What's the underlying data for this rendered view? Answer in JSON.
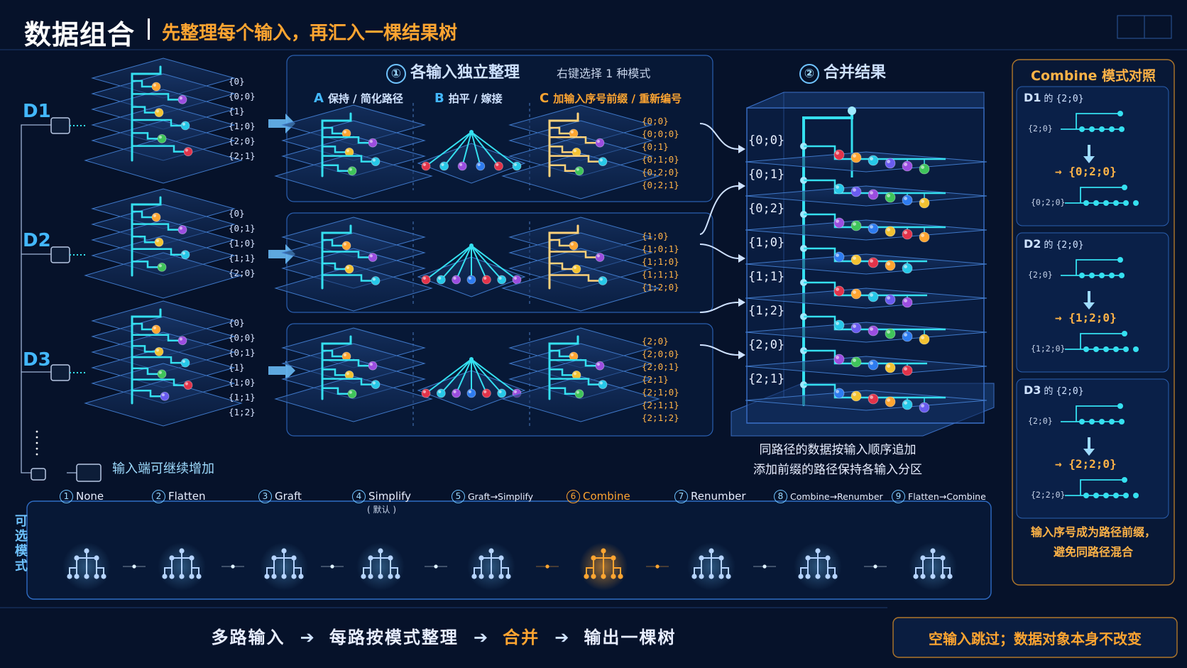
{
  "title": "数据组合",
  "subtitle": "先整理每个输入，再汇入一棵结果树",
  "section1": {
    "num": "①",
    "title": "各输入独立整理",
    "hint": "右键选择 1 种模式"
  },
  "section2": {
    "num": "②",
    "title": "合并结果"
  },
  "mode_headers": [
    {
      "letter": "A",
      "label": "保持 / 简化路径",
      "color": "#43b8ff"
    },
    {
      "letter": "B",
      "label": "拍平 / 嫁接",
      "color": "#43b8ff"
    },
    {
      "letter": "C",
      "label": "加输入序号前缀 / 重新编号",
      "color": "#ffa531"
    }
  ],
  "inputs": [
    {
      "label": "D1",
      "paths": [
        "{0}",
        "{0;0}",
        "{1}",
        "{1;0}",
        "{2;0}",
        "{2;1}"
      ],
      "prefixed": [
        "{0;0}",
        "{0;0;0}",
        "{0;1}",
        "{0;1;0}",
        "{0;2;0}",
        "{0;2;1}"
      ]
    },
    {
      "label": "D2",
      "paths": [
        "{0}",
        "{0;1}",
        "{1;0}",
        "{1;1}",
        "{2;0}"
      ],
      "prefixed": [
        "{1;0}",
        "{1;0;1}",
        "{1;1;0}",
        "{1;1;1}",
        "{1;2;0}"
      ]
    },
    {
      "label": "D3",
      "paths": [
        "{0}",
        "{0;0}",
        "{0;1}",
        "{1}",
        "{1;0}",
        "{1;1}",
        "{1;2}"
      ],
      "prefixed": [
        "{2;0}",
        "{2;0;0}",
        "{2;0;1}",
        "{2;1}",
        "{2;1;0}",
        "{2;1;1}",
        "{2;1;2}"
      ]
    }
  ],
  "more_inputs": "输入端可继续增加",
  "result_paths": [
    "{0;0}",
    "{0;1}",
    "{0;2}",
    "{1;0}",
    "{1;1}",
    "{1;2}",
    "{2;0}",
    "{2;1}"
  ],
  "result_caption": [
    "同路径的数据按输入顺序追加",
    "添加前缀的路径保持各输入分区"
  ],
  "compare_panel": {
    "title": "Combine 模式对照",
    "items": [
      {
        "name": "D1",
        "of": "的",
        "path": "{2;0}",
        "in": "{2;0}",
        "result": "→ {0;2;0}",
        "out": "{0;2;0}"
      },
      {
        "name": "D2",
        "of": "的",
        "path": "{2;0}",
        "in": "{2;0}",
        "result": "→ {1;2;0}",
        "out": "{1;2;0}"
      },
      {
        "name": "D3",
        "of": "的",
        "path": "{2;0}",
        "in": "{2;0}",
        "result": "→ {2;2;0}",
        "out": "{2;2;0}"
      }
    ],
    "footer": [
      "输入序号成为路径前缀，",
      "避免同路径混合"
    ]
  },
  "modes_tag": "可选模式",
  "modes": [
    {
      "num": "1",
      "label": "None"
    },
    {
      "num": "2",
      "label": "Flatten"
    },
    {
      "num": "3",
      "label": "Graft"
    },
    {
      "num": "4",
      "label": "Simplify",
      "sub": "( 默认 )"
    },
    {
      "num": "5",
      "label": "Graft→Simplify"
    },
    {
      "num": "6",
      "label": "Combine",
      "active": true
    },
    {
      "num": "7",
      "label": "Renumber"
    },
    {
      "num": "8",
      "label": "Combine→Renumber"
    },
    {
      "num": "9",
      "label": "Flatten→Combine"
    }
  ],
  "flow": [
    "多路输入",
    "每路按模式整理",
    "合并",
    "输出一棵树"
  ],
  "flow_arrow": "➔",
  "note": "空输入跳过；数据对象本身不改变",
  "colors": {
    "bg": "#06122a",
    "cyan": "#35e0f0",
    "blue": "#43b8ff",
    "orange": "#ffa531",
    "panel": "#0b1f45"
  }
}
